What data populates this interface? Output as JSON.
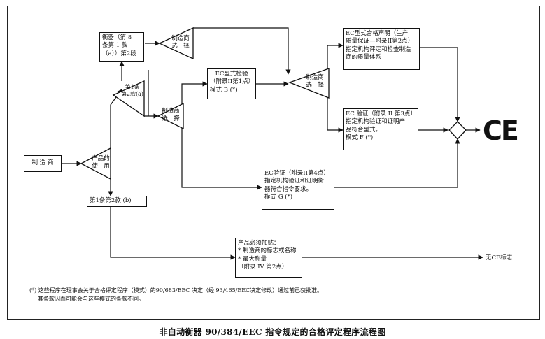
{
  "boxes": {
    "manufacturer": "制 造 商",
    "scale_box": [
      "衡器（第 8",
      "条第 1 款",
      "（a））第2段"
    ],
    "ec_type_exam": [
      "EC型式检验",
      "（附录II第1点）",
      "模式 B (*)"
    ],
    "ec_declaration": [
      "EC型式合格声明（生产",
      "质量保证—附录II第2点）",
      "指定机构评定和检查制造",
      "商的质量体系"
    ],
    "ec_verification_f": [
      "EC 验证（附录 II 第3点）",
      "指定机构验证和证明产",
      "品符合型式。",
      "模式 F (*)"
    ],
    "ec_verification_g": [
      "EC验证（附录II第4点）",
      "指定机构验证和证明衡",
      "器符合指令要求。",
      "模式 G (*)"
    ],
    "marking": [
      "产品必须加贴：",
      "* 制造商的标志或名称",
      "* 最大称量",
      "（附录 IV 第2点）"
    ],
    "art1_2b": "第1条第2款 (b)"
  },
  "decisions": {
    "product_use": [
      "产品的",
      "使　用"
    ],
    "art1_2a": [
      "第1条",
      "第2款(a)"
    ],
    "mfr_choice_top": [
      "制造商",
      "选　择"
    ],
    "mfr_choice_mid": [
      "制造商",
      "选　择"
    ],
    "mfr_choice_right": [
      "制造商",
      "选　择"
    ]
  },
  "outputs": {
    "ce_mark": "CE",
    "no_ce": "无CE标志"
  },
  "footnote": [
    "(*) 这些程序在理事会关于合格评定程序（模式）的90/683/EEC 决定（经 93/465/EEC决定修改）通过前已获批准。",
    "其条款因而可能会与这些模式的条款不同。"
  ],
  "caption": "非自动衡器 90/384/EEC 指令规定的合格评定程序流程图"
}
